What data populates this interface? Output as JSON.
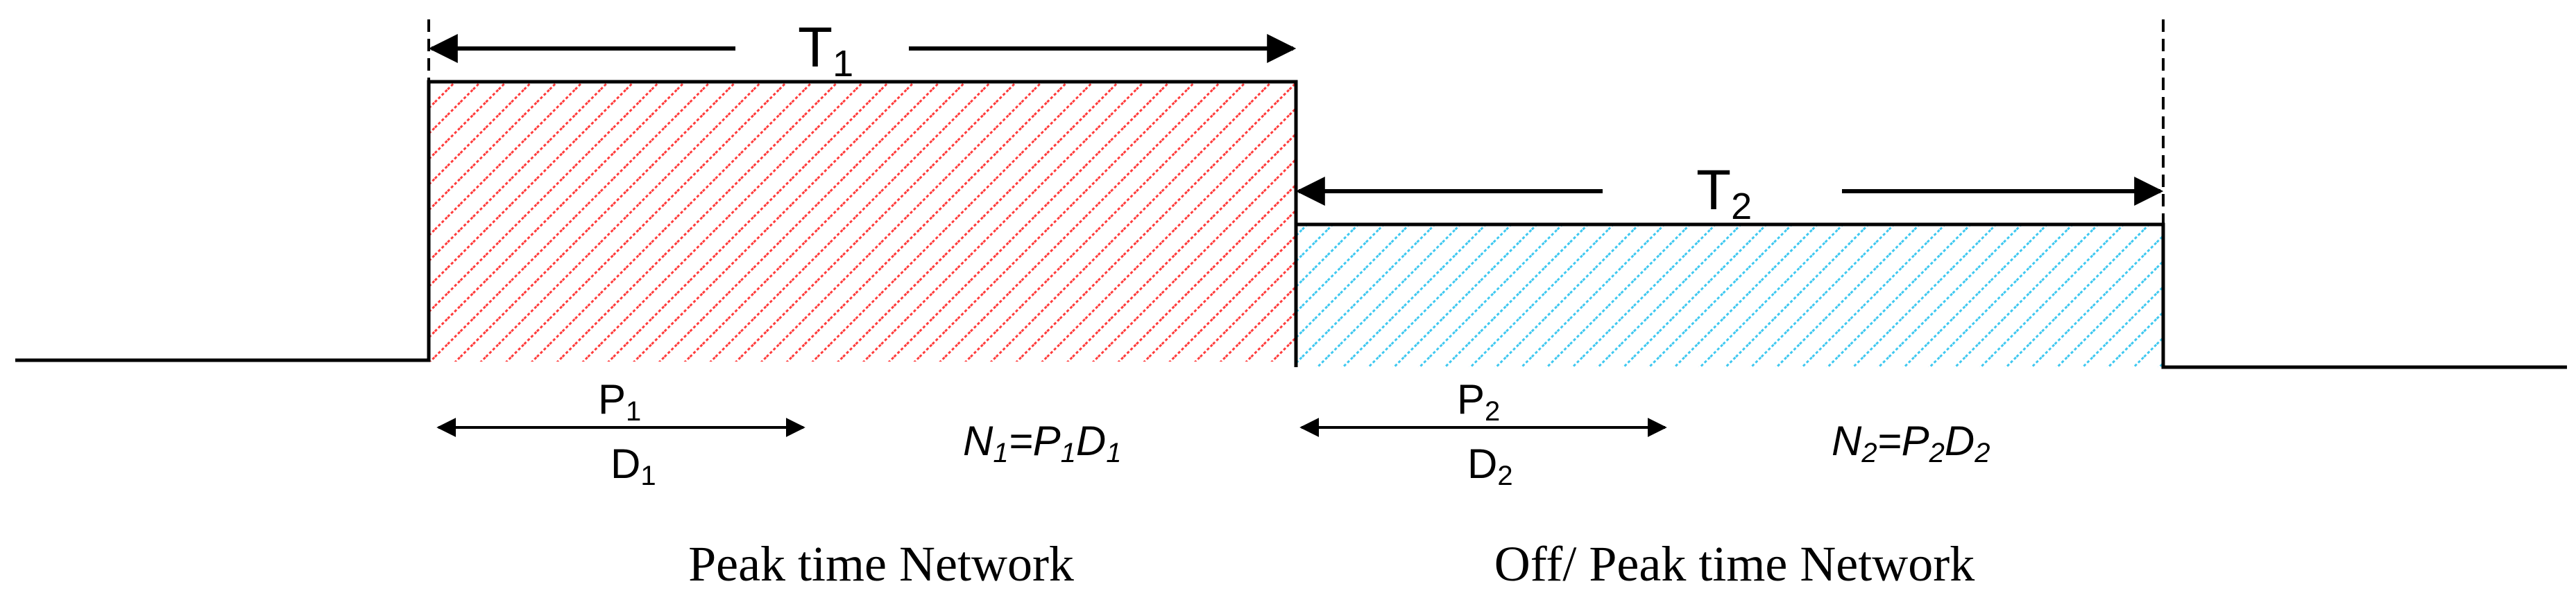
{
  "periods": [
    {
      "id": "1",
      "duration_main": "T",
      "duration_sub": "1",
      "power_main": "P",
      "power_sub": "1",
      "demand_main": "D",
      "demand_sub": "1",
      "formula": {
        "n": "N",
        "n_sub": "1",
        "eq": "=",
        "p": "P",
        "p_sub": "1",
        "d": "D",
        "d_sub": "1"
      },
      "caption": "Peak time Network",
      "level": "high",
      "hatch_color": "#ff3b3b"
    },
    {
      "id": "2",
      "duration_main": "T",
      "duration_sub": "2",
      "power_main": "P",
      "power_sub": "2",
      "demand_main": "D",
      "demand_sub": "2",
      "formula": {
        "n": "N",
        "n_sub": "2",
        "eq": "=",
        "p": "P",
        "p_sub": "2",
        "d": "D",
        "d_sub": "2"
      },
      "caption": "Off/ Peak time Network",
      "level": "medium",
      "hatch_color": "#3ec8f0"
    }
  ],
  "colors": {
    "line": "#000000",
    "background": "#ffffff"
  }
}
